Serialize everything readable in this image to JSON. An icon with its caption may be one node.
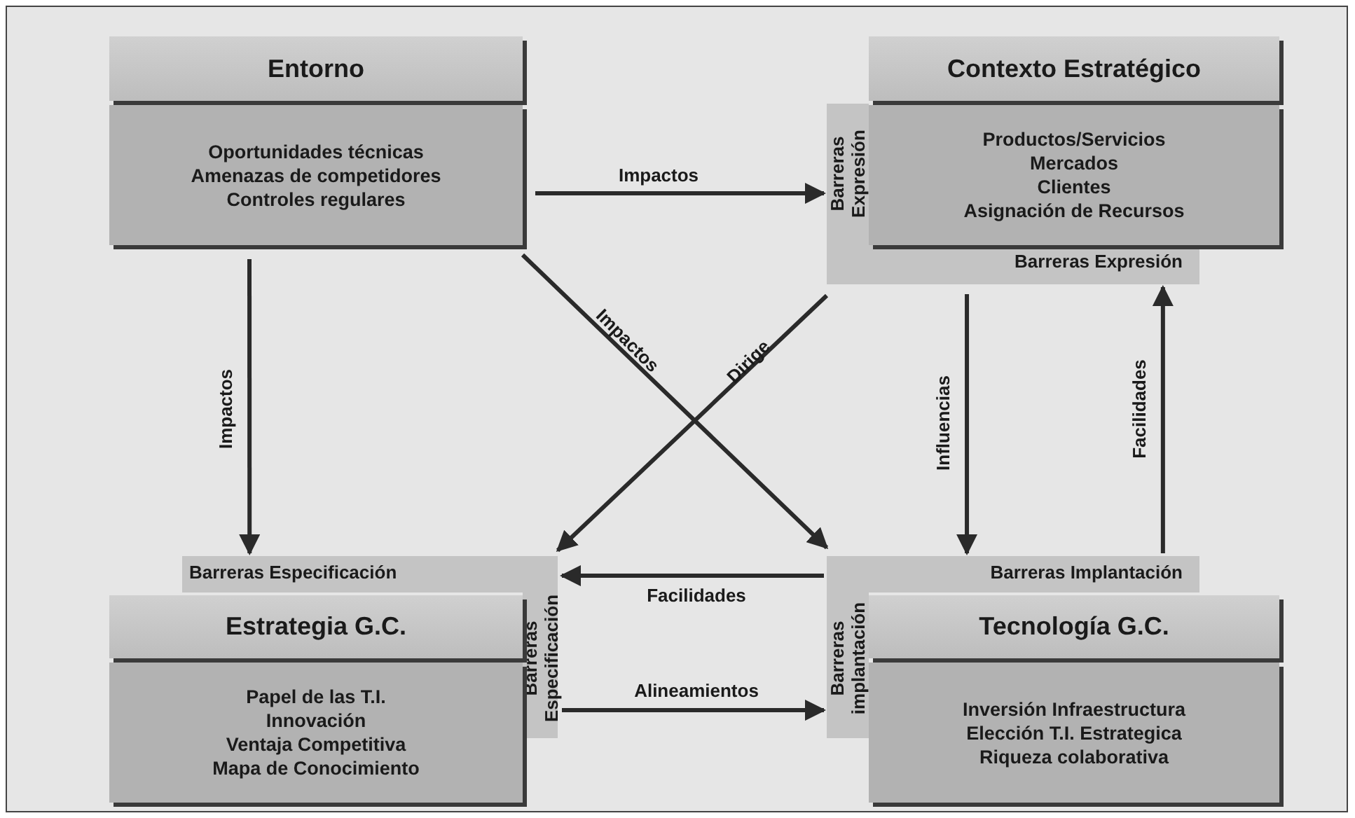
{
  "diagram": {
    "nodes": [
      {
        "text": [
          "Entorno"
        ]
      },
      {
        "text": [
          "Oportunidades técnicas",
          "Amenazas de competidores",
          "Controles regulares"
        ]
      },
      {
        "text": [
          "Barreras Expresión"
        ]
      },
      {
        "text": [
          "Barreras Expresión"
        ]
      },
      {
        "text": [
          "Contexto Estratégico"
        ]
      },
      {
        "text": [
          "Productos/Servicios",
          "Mercados",
          "Clientes",
          "Asignación de Recursos"
        ]
      },
      {
        "text": [
          "Barreras Especificación"
        ]
      },
      {
        "text": [
          "Barreras Especificación"
        ]
      },
      {
        "text": [
          "Estrategia G.C."
        ]
      },
      {
        "text": [
          "Papel de las T.I.",
          "Innovación",
          "Ventaja Competitiva",
          "Mapa de Conocimiento"
        ]
      },
      {
        "text": [
          "Barreras Implantación"
        ]
      },
      {
        "text": [
          "Barreras implantación"
        ]
      },
      {
        "text": [
          "Tecnología G.C."
        ]
      },
      {
        "text": [
          "Inversión Infraestructura",
          "Elección T.I. Estrategica",
          "Riqueza colaborativa"
        ]
      }
    ],
    "edges": [
      {
        "from": 1,
        "to": 2,
        "arrow": "to",
        "label": "Impactos"
      },
      {
        "from": 1,
        "to": 6,
        "arrow": "to",
        "label": "Impactos"
      },
      {
        "from": 1,
        "to": 10,
        "arrow": "to",
        "label": "Impactos"
      },
      {
        "from": 3,
        "to": 7,
        "arrow": "to",
        "label": "Dirige"
      },
      {
        "from": 3,
        "to": 10,
        "arrow": "to",
        "label": "Influencias"
      },
      {
        "from": 10,
        "to": 3,
        "arrow": "to",
        "label": "Facilidades"
      },
      {
        "from": 10,
        "to": 7,
        "arrow": "to",
        "label": "Facilidades"
      },
      {
        "from": 7,
        "to": 11,
        "arrow": "to",
        "label": "Alineamientos"
      }
    ]
  }
}
